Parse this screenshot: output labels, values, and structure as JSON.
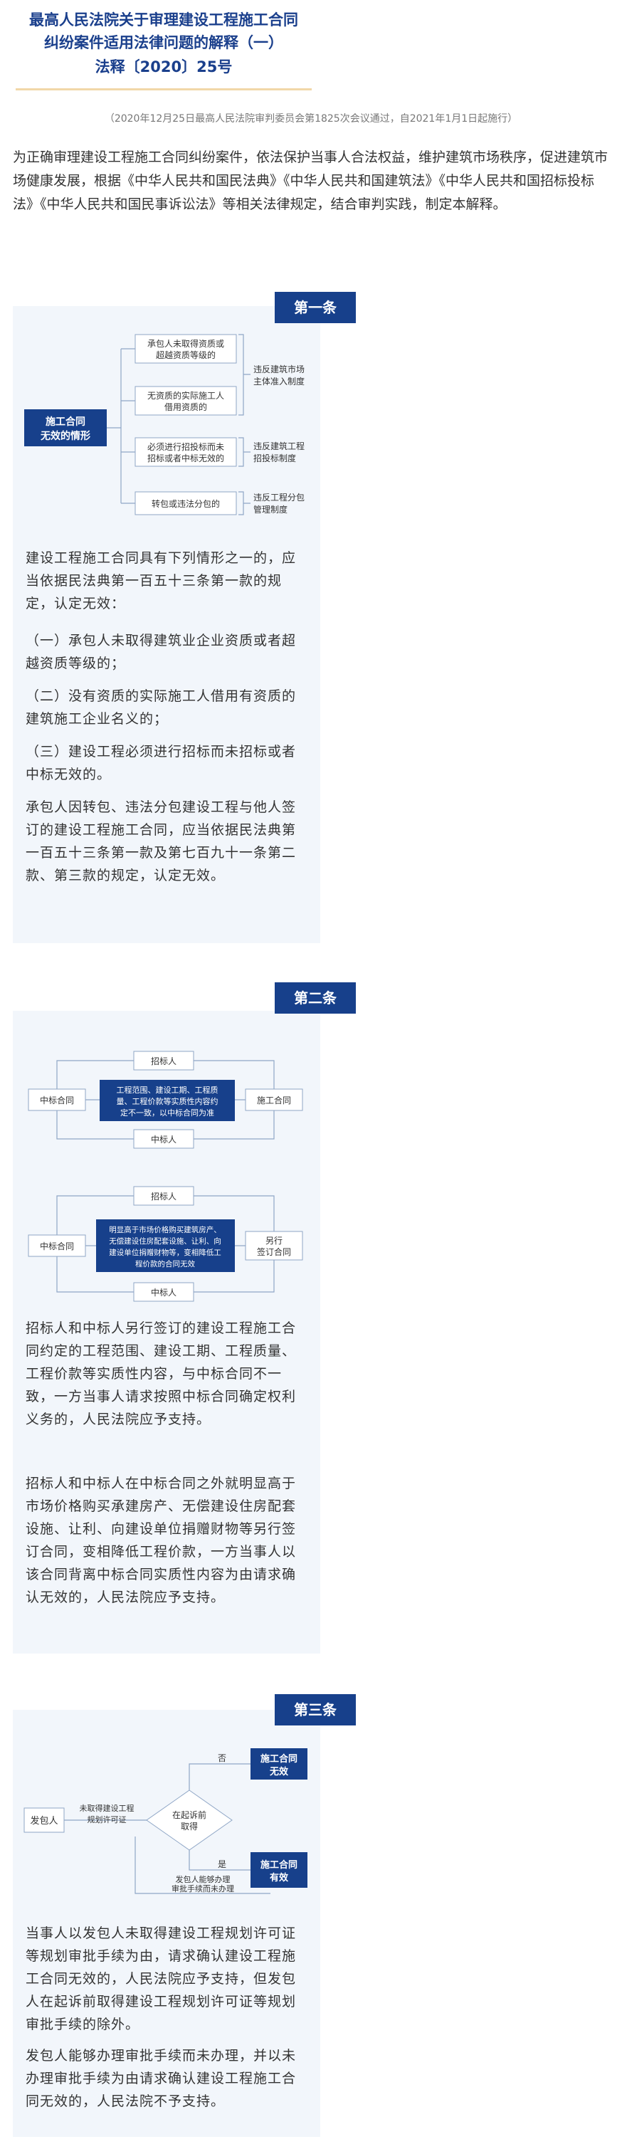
{
  "header": {
    "title_line1": "最高人民法院关于审理建设工程施工合同",
    "title_line2": "纠纷案件适用法律问题的解释（一）",
    "doc_number": "法释〔2020〕25号",
    "adoption_note": "（2020年12月25日最高人民法院审判委员会第1825次会议通过，自2021年1月1日起施行）"
  },
  "intro": "为正确审理建设工程施工合同纠纷案件，依法保护当事人合法权益，维护建筑市场秩序，促进建筑市场健康发展，根据《中华人民共和国民法典》《中华人民共和国建筑法》《中华人民共和国招标投标法》《中华人民共和国民事诉讼法》等相关法律规定，结合审判实践，制定本解释。",
  "article1": {
    "badge": "第一条",
    "diagram": {
      "root": [
        "施工合同",
        "无效的情形"
      ],
      "items": [
        [
          "承包人未取得资质或",
          "超越资质等级的"
        ],
        [
          "无资质的实际施工人",
          "借用资质的"
        ],
        [
          "必须进行招投标而未",
          "招标或者中标无效的"
        ],
        [
          "转包或违法分包的"
        ]
      ],
      "reasons": [
        [
          "违反建筑市场",
          "主体准入制度"
        ],
        [
          "违反建筑工程",
          "招投标制度"
        ],
        [
          "违反工程分包",
          "管理制度"
        ]
      ]
    },
    "para1": "建设工程施工合同具有下列情形之一的，应当依据民法典第一百五十三条第一款的规定，认定无效：",
    "item1": "（一）承包人未取得建筑业企业资质或者超越资质等级的；",
    "item2": "（二）没有资质的实际施工人借用有资质的建筑施工企业名义的；",
    "item3": "（三）建设工程必须进行招标而未招标或者中标无效的。",
    "para2": "承包人因转包、违法分包建设工程与他人签订的建设工程施工合同，应当依据民法典第一百五十三条第一款及第七百九十一条第二款、第三款的规定，认定无效。"
  },
  "article2": {
    "badge": "第二条",
    "diagram1": {
      "top": "招标人",
      "bottom": "中标人",
      "left": "中标合同",
      "right": "施工合同",
      "center": [
        "工程范围、建设工期、工程质",
        "量、工程价款等实质性内容约",
        "定不一致，以中标合同为准"
      ]
    },
    "diagram2": {
      "top": "招标人",
      "bottom": "中标人",
      "left": "中标合同",
      "right": [
        "另行",
        "签订合同"
      ],
      "center": [
        "明显高于市场价格购买建筑房产、",
        "无偿建设住房配套设施、让利、向",
        "建设单位捐赠财物等，变相降低工",
        "程价款的合同无效"
      ]
    },
    "para1": "招标人和中标人另行签订的建设工程施工合同约定的工程范围、建设工期、工程质量、工程价款等实质性内容，与中标合同不一致，一方当事人请求按照中标合同确定权利义务的，人民法院应予支持。",
    "para2": "招标人和中标人在中标合同之外就明显高于市场价格购买承建房产、无偿建设住房配套设施、让利、向建设单位捐赠财物等另行签订合同，变相降低工程价款，一方当事人以该合同背离中标合同实质性内容为由请求确认无效的，人民法院应予支持。"
  },
  "article3": {
    "badge": "第三条",
    "diagram": {
      "start": "发包人",
      "condition": [
        "未取得建设工程",
        "规划许可证"
      ],
      "decision": [
        "在起诉前",
        "取得"
      ],
      "no_label": "否",
      "yes_label": "是",
      "invalid": [
        "施工合同",
        "无效"
      ],
      "valid": [
        "施工合同",
        "有效"
      ],
      "feedback": [
        "发包人能够办理",
        "审批手续而未办理"
      ]
    },
    "para1": "当事人以发包人未取得建设工程规划许可证等规划审批手续为由，请求确认建设工程施工合同无效的，人民法院应予支持，但发包人在起诉前取得建设工程规划许可证等规划审批手续的除外。",
    "para2": "发包人能够办理审批手续而未办理，并以未办理审批手续为由请求确认建设工程施工合同无效的，人民法院不予支持。"
  },
  "colors": {
    "brand_blue": "#17408b",
    "title_blue": "#1a3f8c",
    "rule_gold": "#f1d7a8",
    "panel_bg": "#f2f6fb"
  }
}
